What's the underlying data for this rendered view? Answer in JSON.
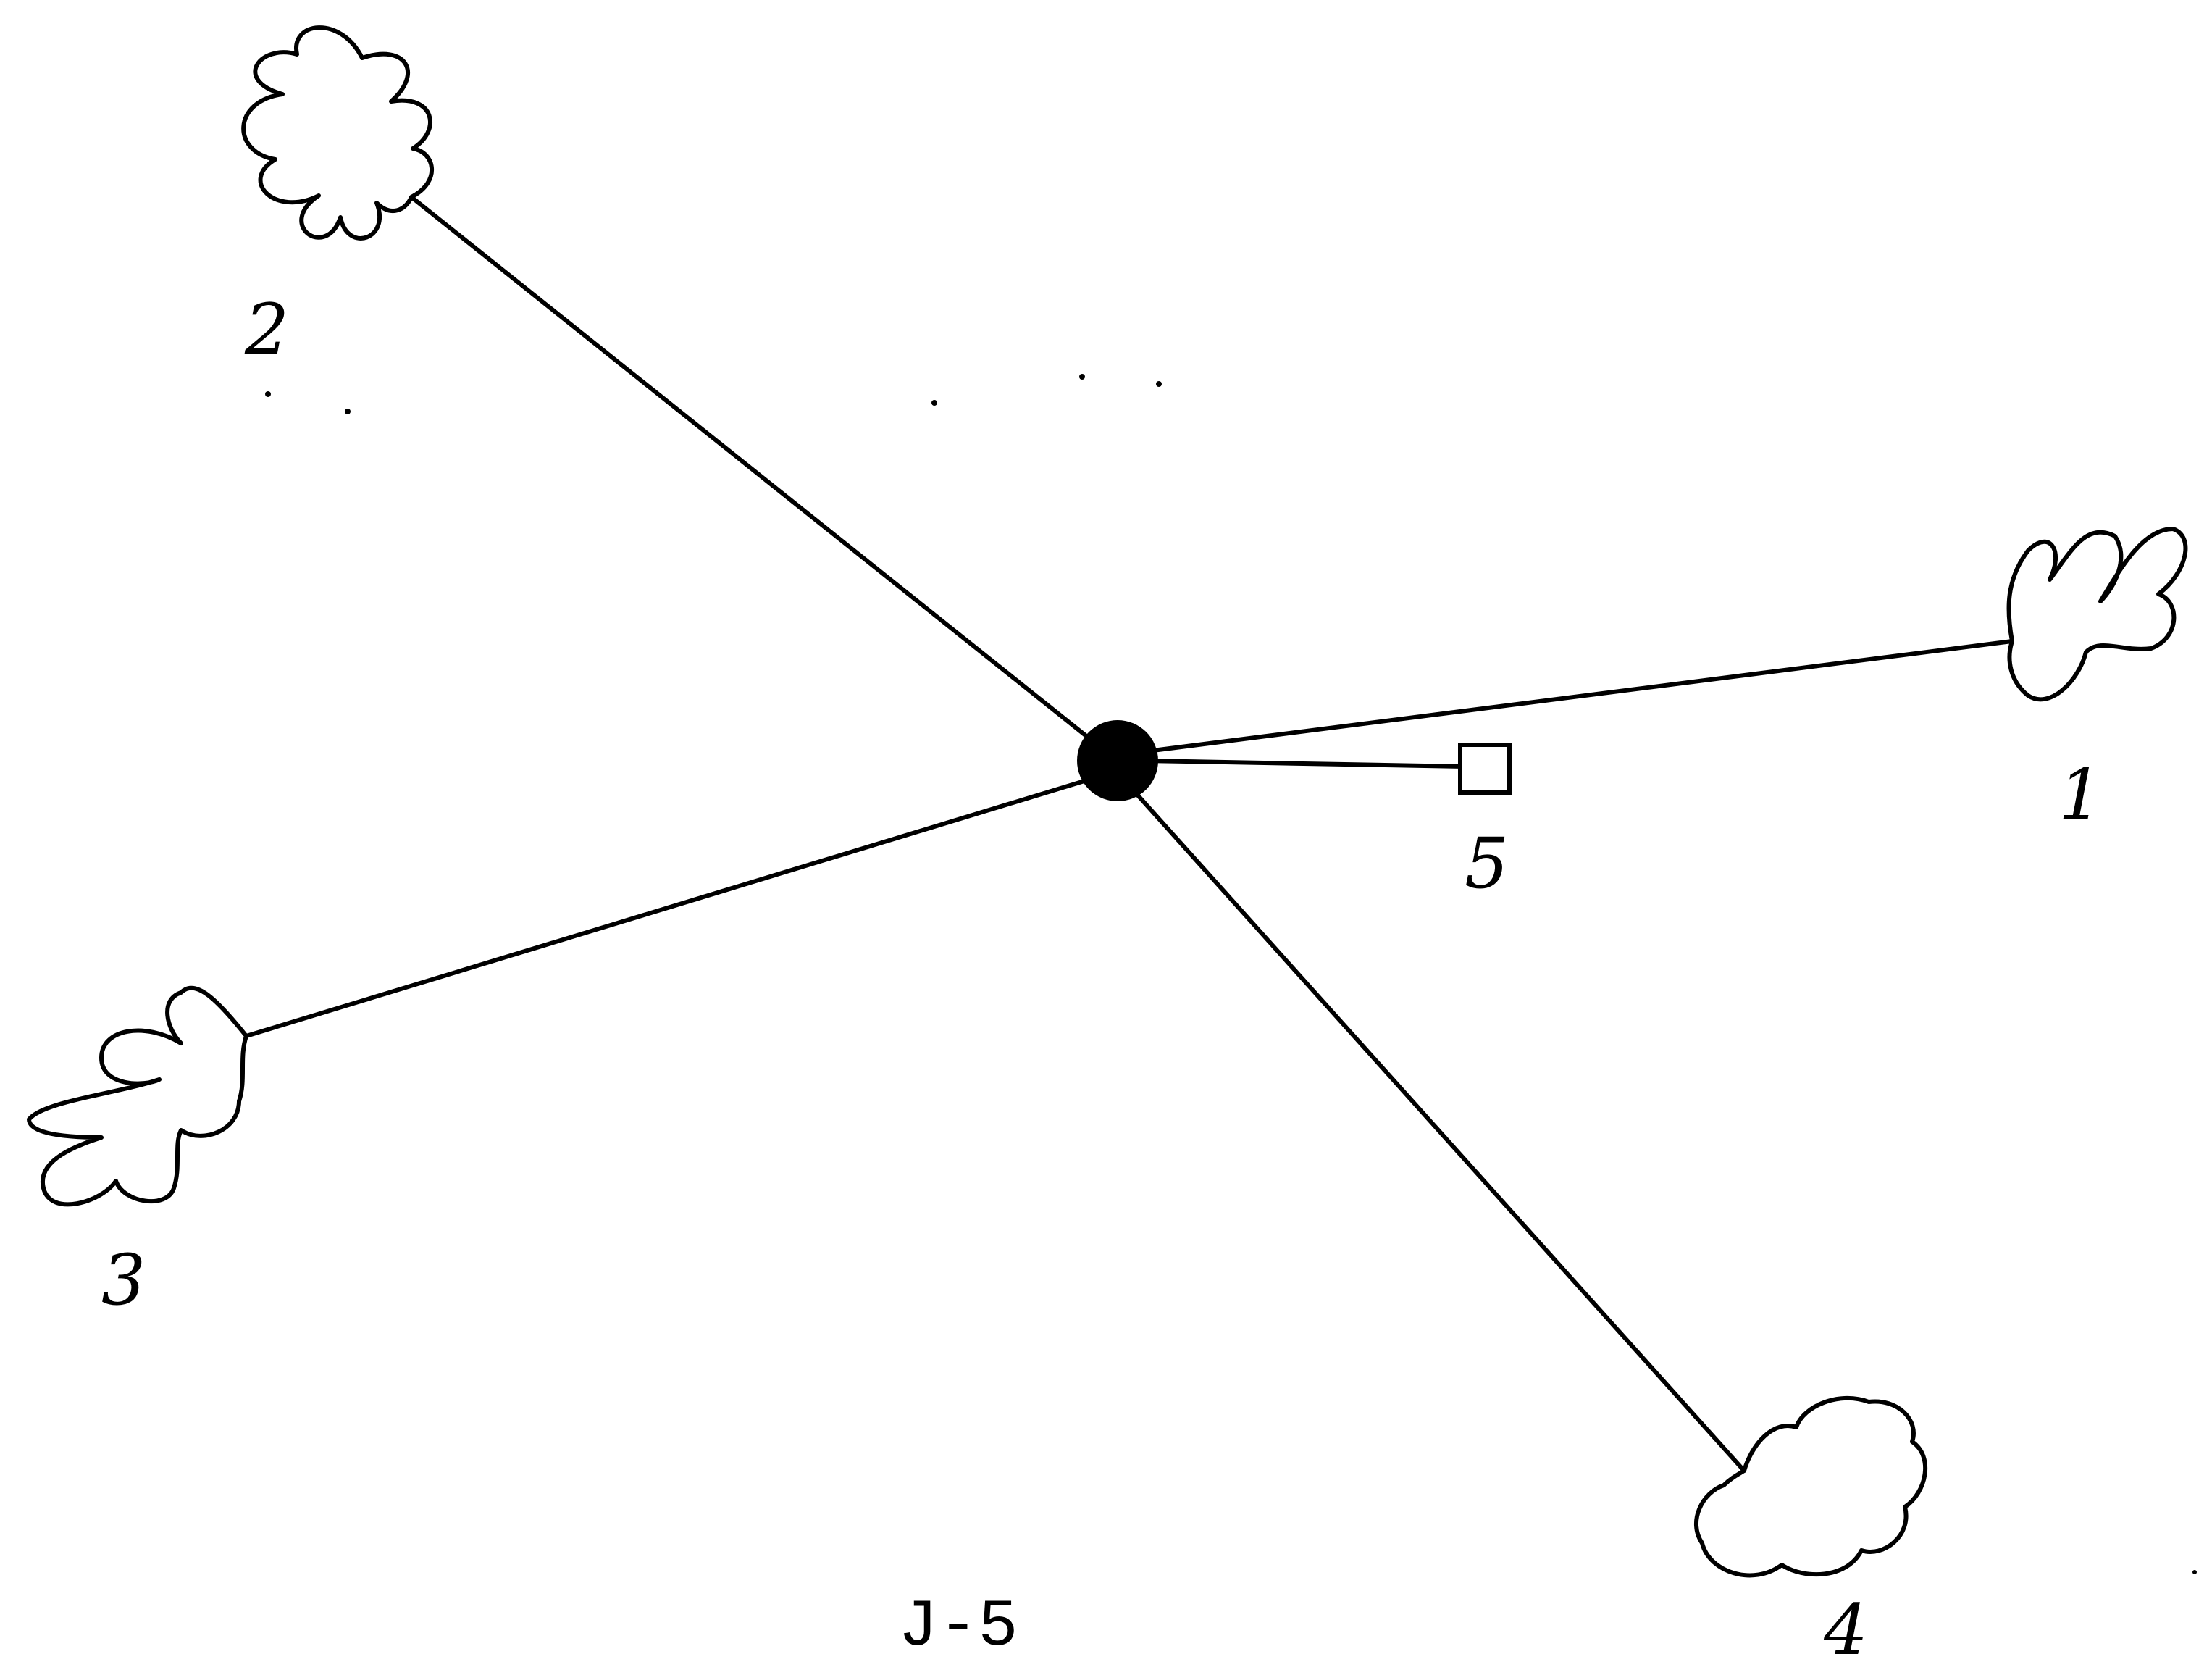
{
  "diagram": {
    "caption": "J-5",
    "nodes": [
      {
        "id": "1",
        "label": "1",
        "kind": "blob"
      },
      {
        "id": "2",
        "label": "2",
        "kind": "blob"
      },
      {
        "id": "3",
        "label": "3",
        "kind": "blob"
      },
      {
        "id": "4",
        "label": "4",
        "kind": "blob"
      },
      {
        "id": "5",
        "label": "5",
        "kind": "square"
      }
    ],
    "hub": {
      "kind": "filled-circle"
    },
    "edges": [
      {
        "from": "hub",
        "to": "1"
      },
      {
        "from": "hub",
        "to": "2"
      },
      {
        "from": "hub",
        "to": "3"
      },
      {
        "from": "hub",
        "to": "4"
      },
      {
        "from": "hub",
        "to": "5"
      }
    ]
  }
}
